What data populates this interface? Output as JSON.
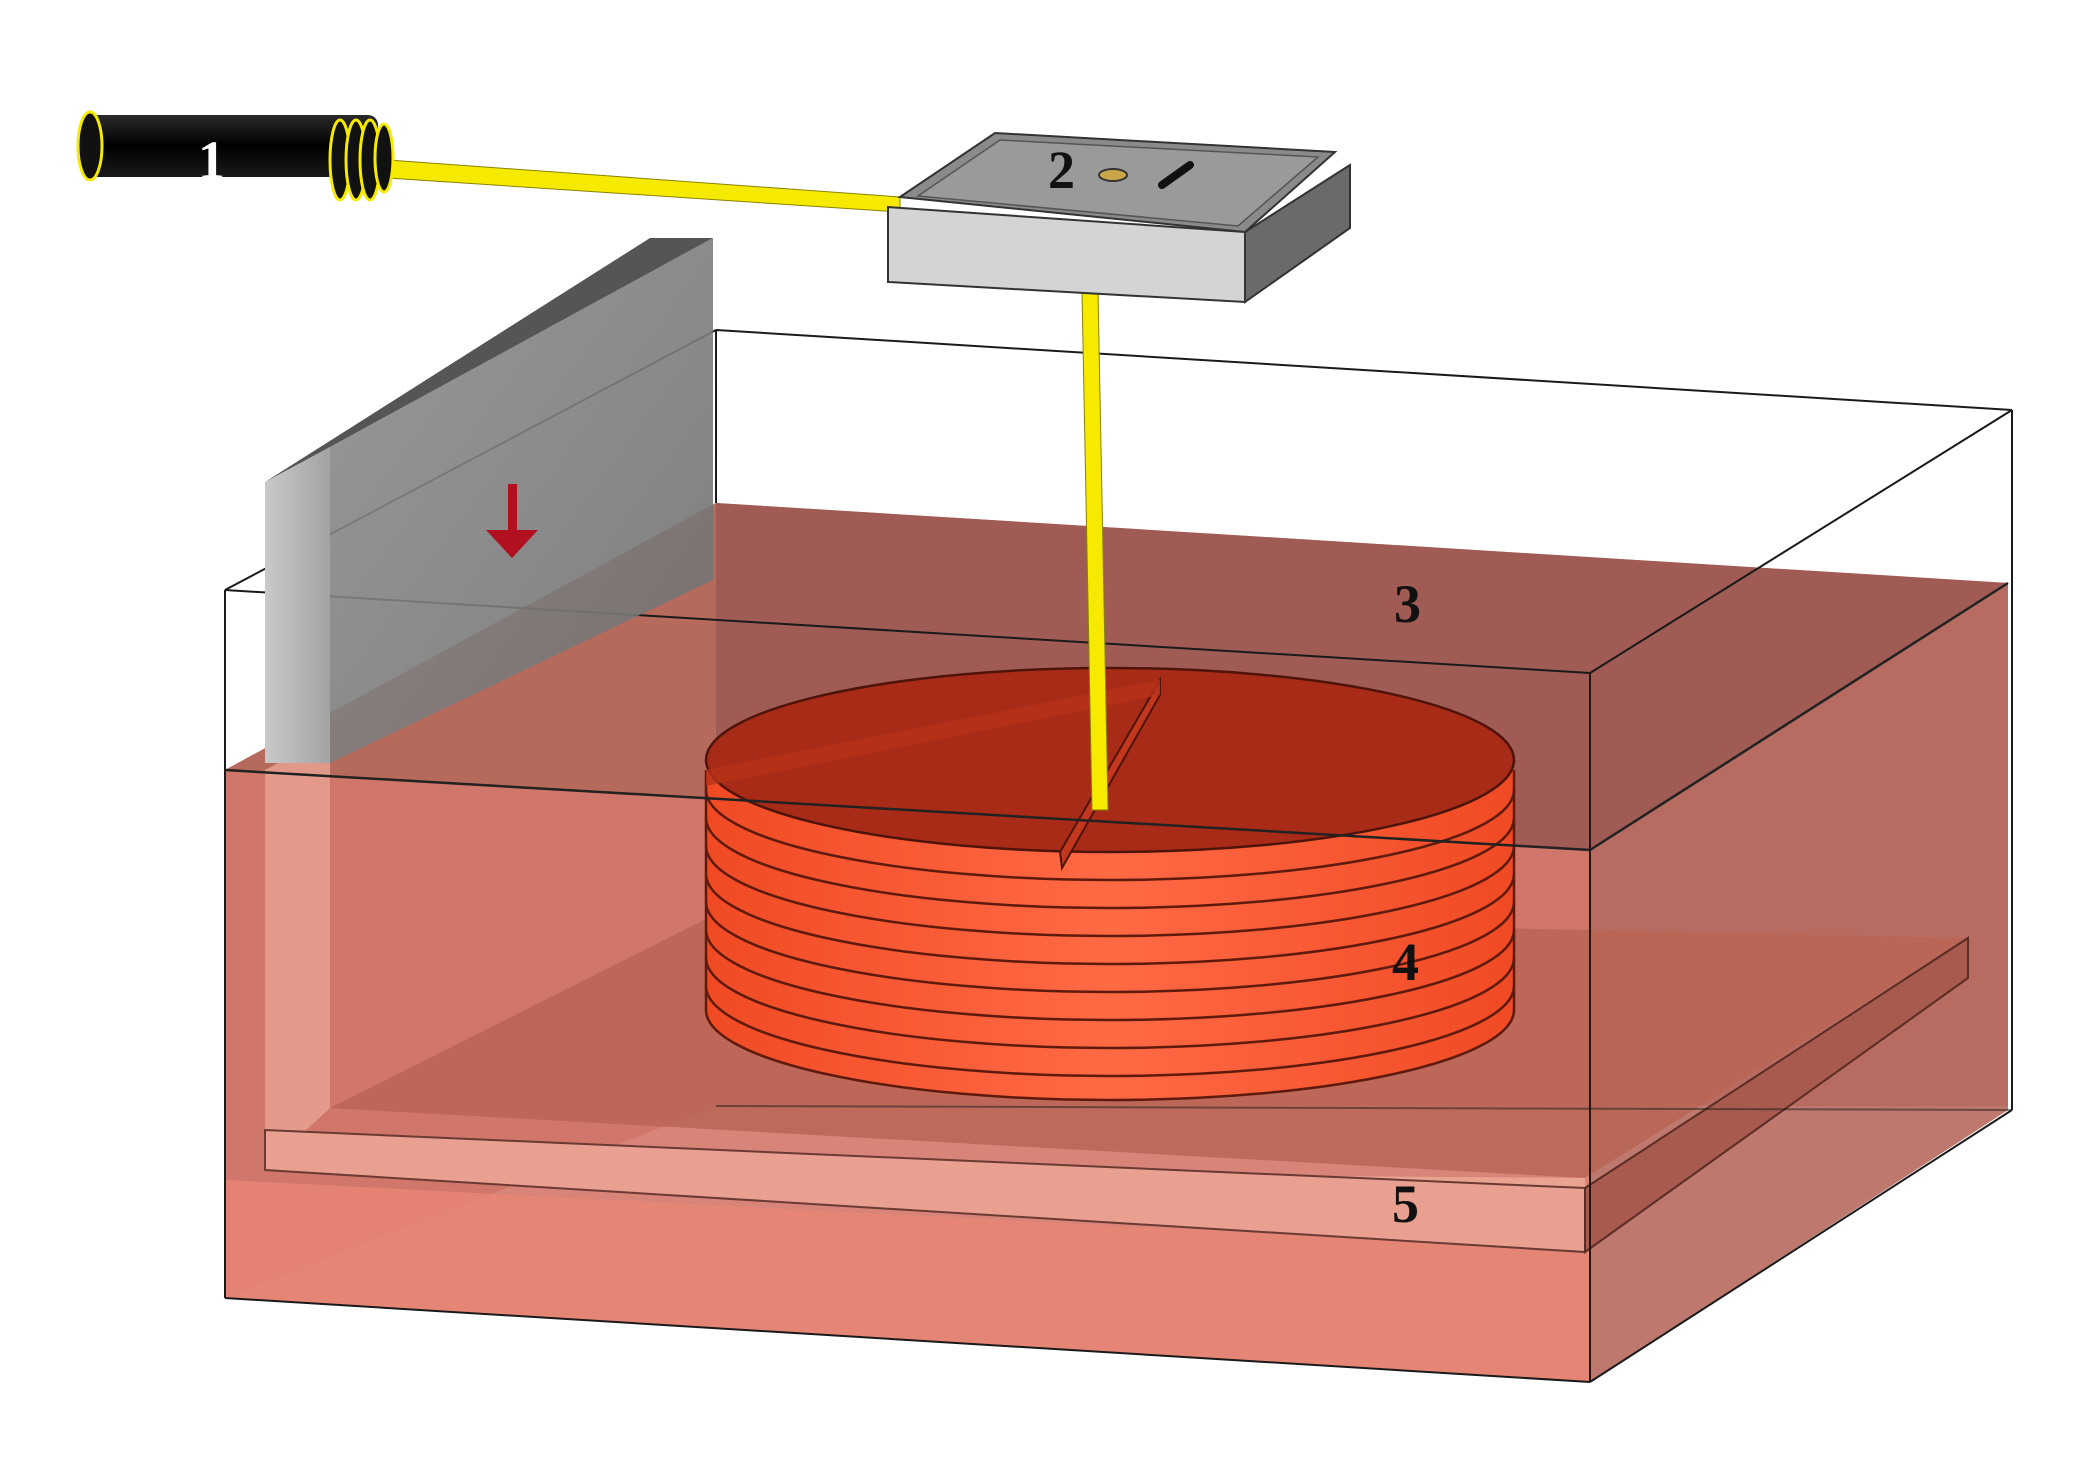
{
  "figure": {
    "labels": {
      "laser": "1",
      "scanner": "2",
      "resin_vat": "3",
      "printed_part": "4",
      "build_platform": "5"
    },
    "colors": {
      "background": "#ffffff",
      "laser_beam": "#f5ea00",
      "laser_body": "#0d0d0d",
      "resin_upper": "#9e5a52",
      "resin_lower": "#d97a68",
      "part": "#f2552e",
      "part_top": "#a72a16",
      "platform": "#e9a090",
      "blade": "#9c9c9c",
      "arrow": "#b01020",
      "scanner_body": "#d4d4d4"
    },
    "icons": [
      "laser-source-icon",
      "scanner-head-icon",
      "recoater-blade-icon",
      "down-arrow-icon"
    ]
  }
}
